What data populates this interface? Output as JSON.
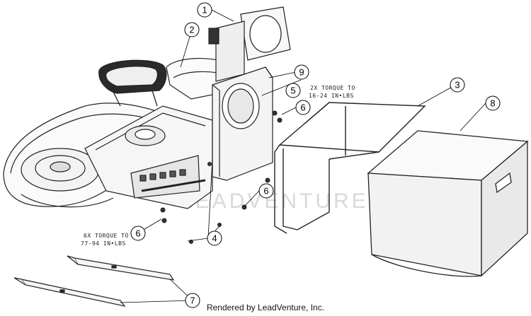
{
  "diagram": {
    "callouts": [
      {
        "id": "c1",
        "label": "1"
      },
      {
        "id": "c2",
        "label": "2"
      },
      {
        "id": "c3",
        "label": "3"
      },
      {
        "id": "c4",
        "label": "4"
      },
      {
        "id": "c5",
        "label": "5"
      },
      {
        "id": "c6a",
        "label": "6"
      },
      {
        "id": "c6b",
        "label": "6"
      },
      {
        "id": "c6c",
        "label": "6"
      },
      {
        "id": "c7",
        "label": "7"
      },
      {
        "id": "c8",
        "label": "8"
      },
      {
        "id": "c9",
        "label": "9"
      }
    ],
    "notes": {
      "torque_2x_line1": "2X TORQUE TO",
      "torque_2x_line2": "16-24 IN•LBS",
      "torque_6x_line1": "6X TORQUE TO",
      "torque_6x_line2": "77-94 IN•LBS"
    },
    "watermark": "LEADVENTURE",
    "footer": "Rendered by LeadVenture, Inc."
  }
}
